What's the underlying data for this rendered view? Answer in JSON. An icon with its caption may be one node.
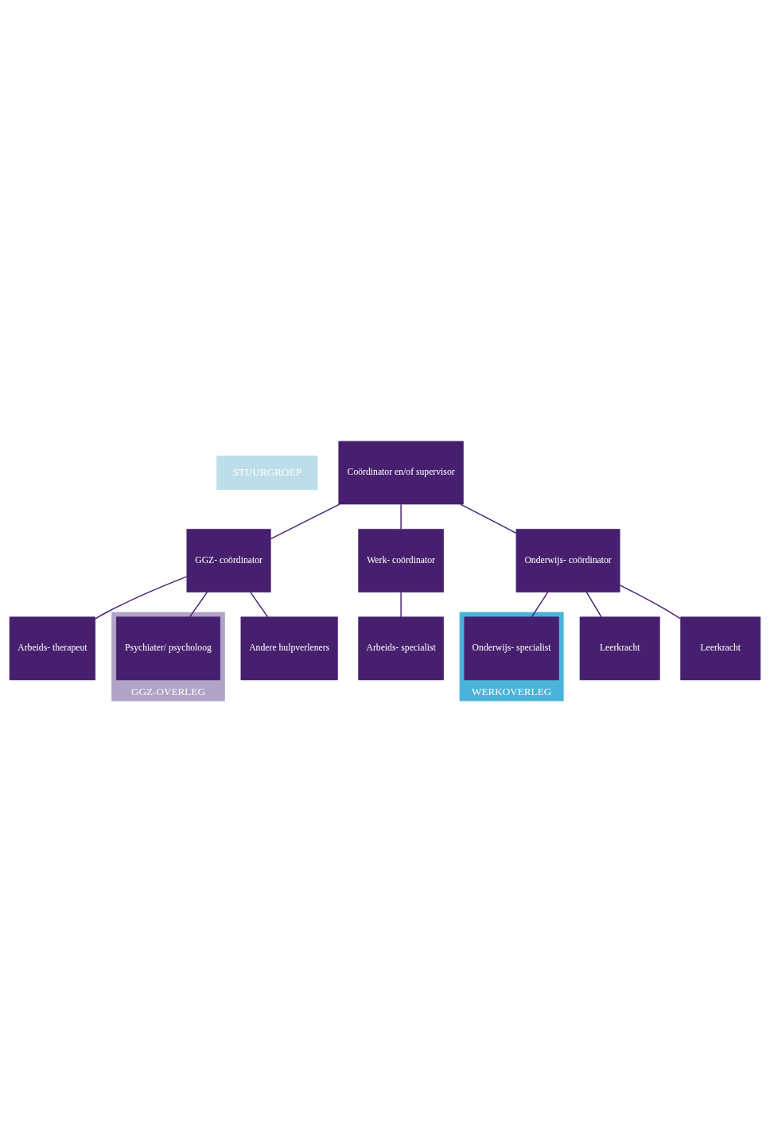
{
  "diagram": {
    "nodes": [
      {
        "text": [
          "STUURGROEP"
        ]
      },
      {
        "text": [
          "Coördinator en/of supervisor"
        ]
      },
      {
        "text": [
          "GGZ- coördinator"
        ]
      },
      {
        "text": [
          "Werk- coördinator"
        ]
      },
      {
        "text": [
          "Onderwijs- coördinator"
        ]
      },
      {
        "text": [
          "WERKOVERLEG"
        ]
      },
      {
        "text": [
          "Arbeids- therapeut"
        ]
      },
      {
        "text": [
          "Arbeids- specialist"
        ]
      },
      {
        "text": [
          "Onderwijs- specialist"
        ],
        "in": 5
      },
      {
        "text": [
          "GGZ-OVERLEG"
        ]
      },
      {
        "text": [
          "Psychiater/ psycholoog"
        ],
        "in": 9
      },
      {
        "text": [
          "Leerkracht"
        ]
      },
      {
        "text": [
          "Andere hulpverleners"
        ]
      },
      {
        "text": [
          "Leerkracht"
        ]
      }
    ],
    "edges": [
      {
        "from": 1,
        "to": 2,
        "arrow": "none"
      },
      {
        "from": 1,
        "to": 3,
        "arrow": "none"
      },
      {
        "from": 1,
        "to": 4,
        "arrow": "none"
      },
      {
        "from": 2,
        "to": 6,
        "arrow": "none"
      },
      {
        "from": 2,
        "to": 10,
        "arrow": "none"
      },
      {
        "from": 2,
        "to": 12,
        "arrow": "none"
      },
      {
        "from": 3,
        "to": 7,
        "arrow": "none"
      },
      {
        "from": 4,
        "to": 8,
        "arrow": "none"
      },
      {
        "from": 4,
        "to": 11,
        "arrow": "none"
      },
      {
        "from": 4,
        "to": 13,
        "arrow": "none"
      }
    ]
  }
}
